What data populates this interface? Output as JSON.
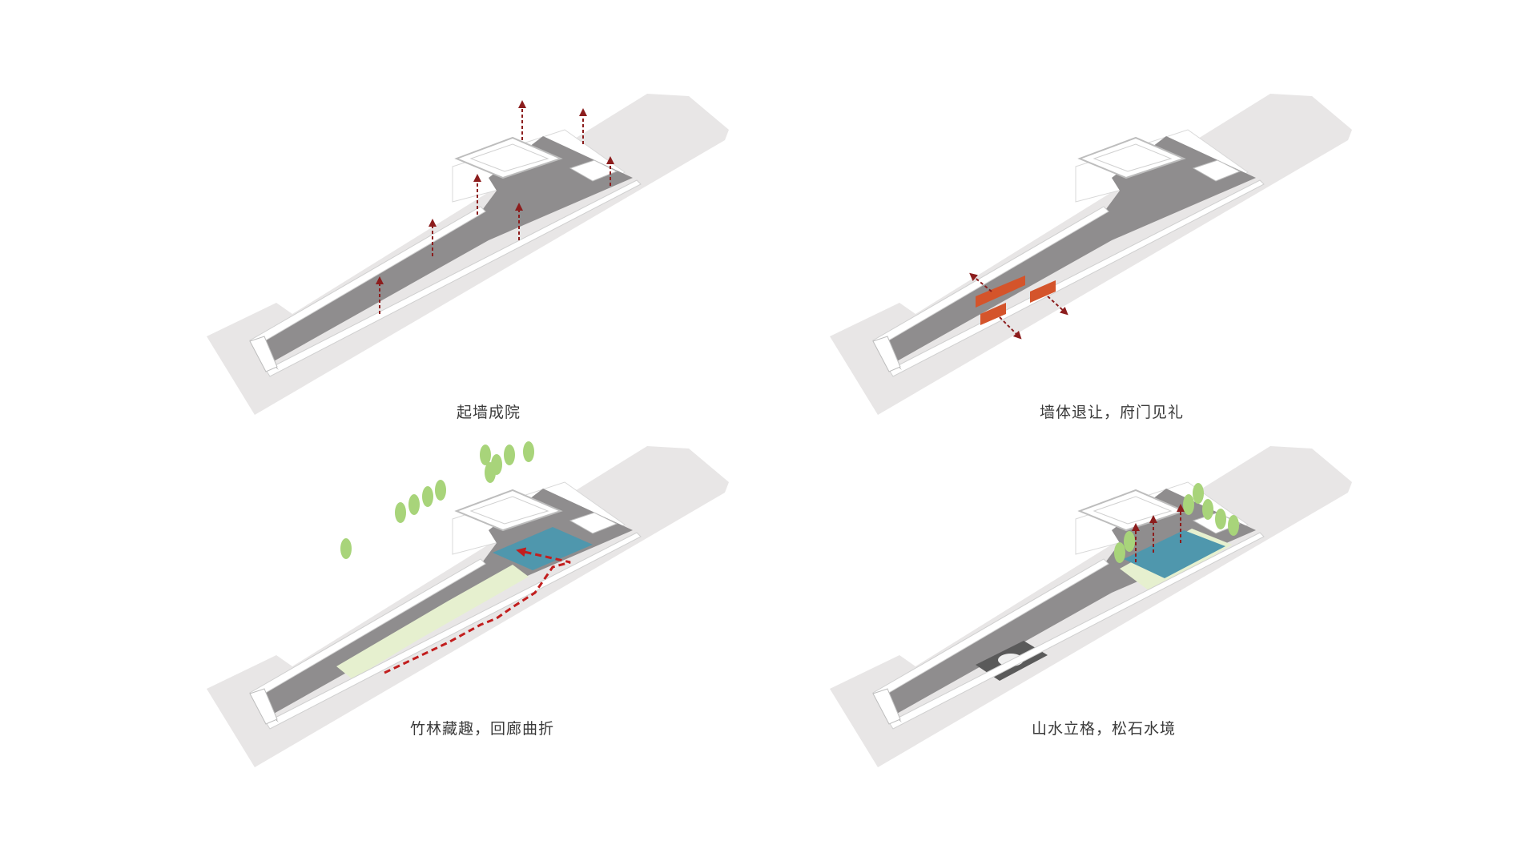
{
  "colors": {
    "shadow": "#e8e6e6",
    "path": "#8f8d8e",
    "wall": "#ffffff",
    "wall_edge": "#cfcfcf",
    "arrow": "#8c1d1d",
    "gate": "#d4542b",
    "water": "#4f97ad",
    "tree": "#a8d47a",
    "route": "#c21e1e",
    "ground_green": "#e6f0cf"
  },
  "panels": [
    {
      "id": "wall-enclosure",
      "caption": "起墙成院"
    },
    {
      "id": "wall-setback",
      "caption": "墙体退让，府门见礼"
    },
    {
      "id": "bamboo-corridor",
      "caption": "竹林藏趣，回廊曲折"
    },
    {
      "id": "landscape-water",
      "caption": "山水立格，松石水境"
    }
  ]
}
